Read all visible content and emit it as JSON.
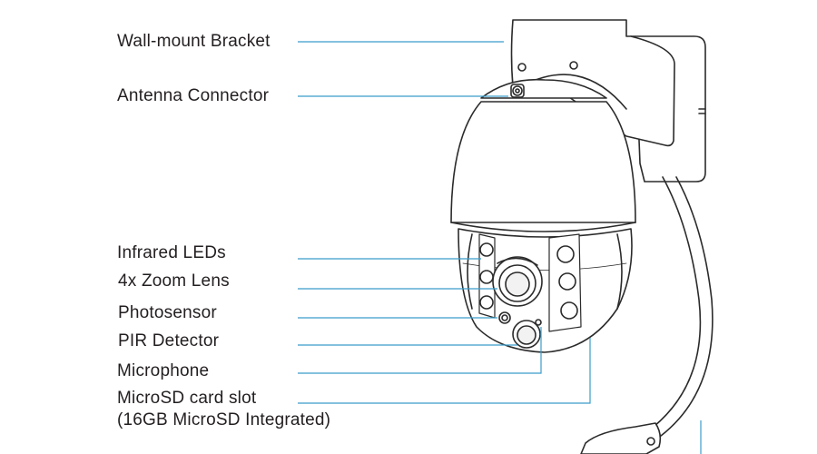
{
  "diagram": {
    "colors": {
      "leader_line": "#3b9cc9",
      "outline": "#2b2b2b",
      "text": "#231f20",
      "background": "#ffffff"
    },
    "labels": {
      "wall_mount_bracket": "Wall-mount Bracket",
      "antenna_connector": "Antenna Connector",
      "infrared_leds": "Infrared LEDs",
      "zoom_lens": "4x Zoom Lens",
      "photosensor": "Photosensor",
      "pir_detector": "PIR Detector",
      "microphone": "Microphone",
      "microsd_slot_line1": "MicroSD card slot",
      "microsd_slot_line2": "(16GB MicroSD Integrated)"
    }
  }
}
